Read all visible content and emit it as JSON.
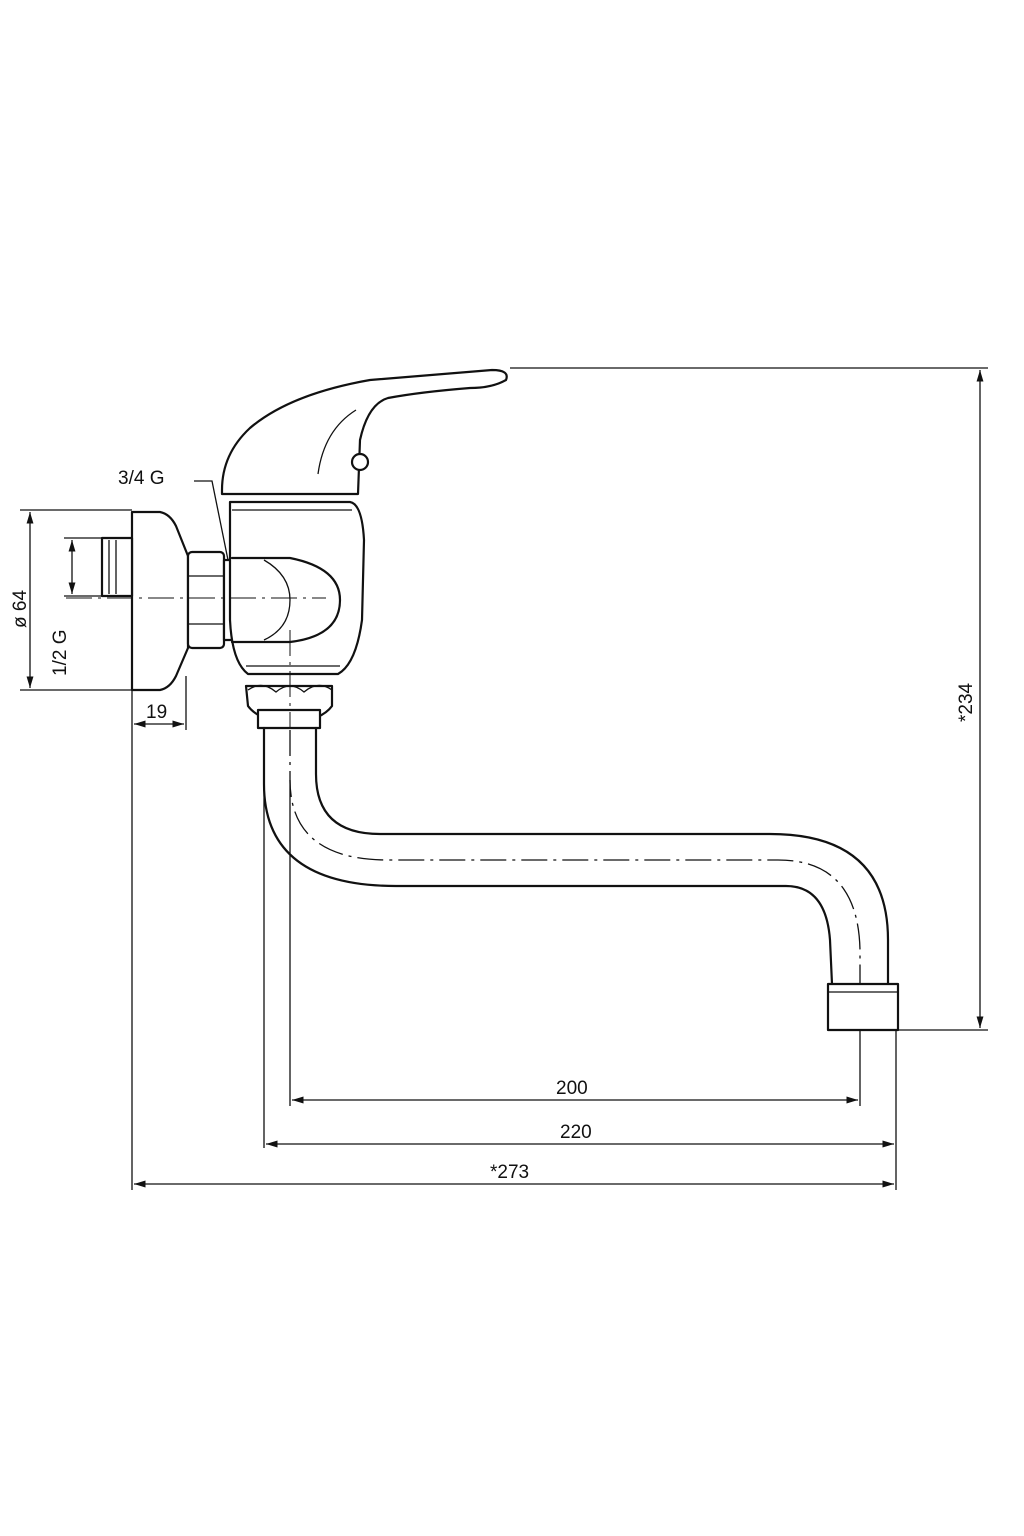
{
  "drawing": {
    "labels": {
      "thread_outlet": "3/4 G",
      "flange_diameter": "ø 64",
      "thread_inlet": "1/2 G",
      "flange_depth": "19",
      "height_total": "*234",
      "spout_inner": "200",
      "spout_outer": "220",
      "length_total": "*273"
    },
    "colors": {
      "line": "#111111",
      "background": "#ffffff"
    }
  }
}
